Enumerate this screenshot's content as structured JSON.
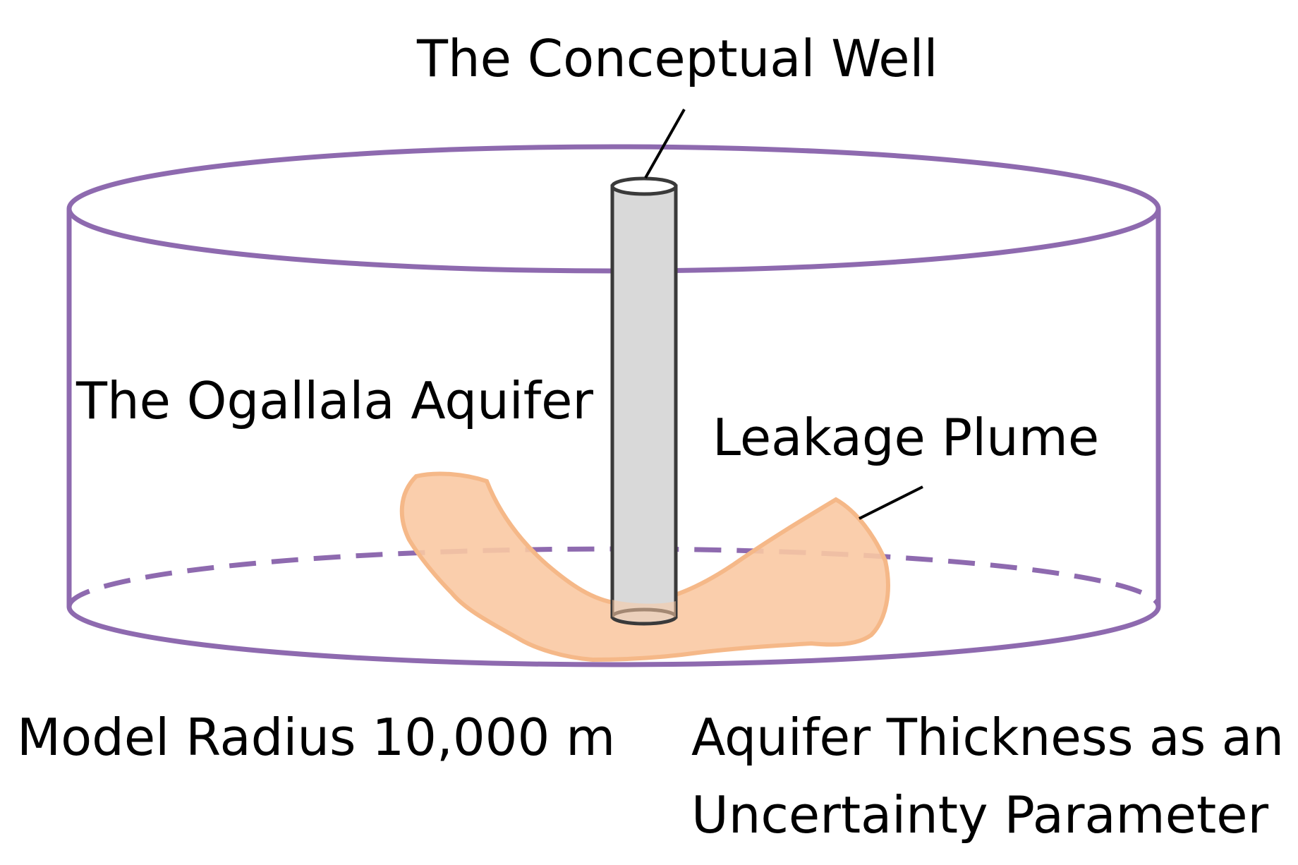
{
  "labels": {
    "well": "The Conceptual Well",
    "aquifer": "The Ogallala Aquifer",
    "plume": "Leakage Plume",
    "radius": "Model Radius 10,000 m",
    "thickness_line1": "Aquifer Thickness as an",
    "thickness_line2": "Uncertainty Parameter"
  },
  "colors": {
    "cylinder": "#8E6AAF",
    "plume_fill": "#FAC9A3",
    "plume_edge": "#F5B888",
    "well_fill": "#D9D9D9",
    "well_edge": "#3A3A3A",
    "text": "#000000"
  }
}
